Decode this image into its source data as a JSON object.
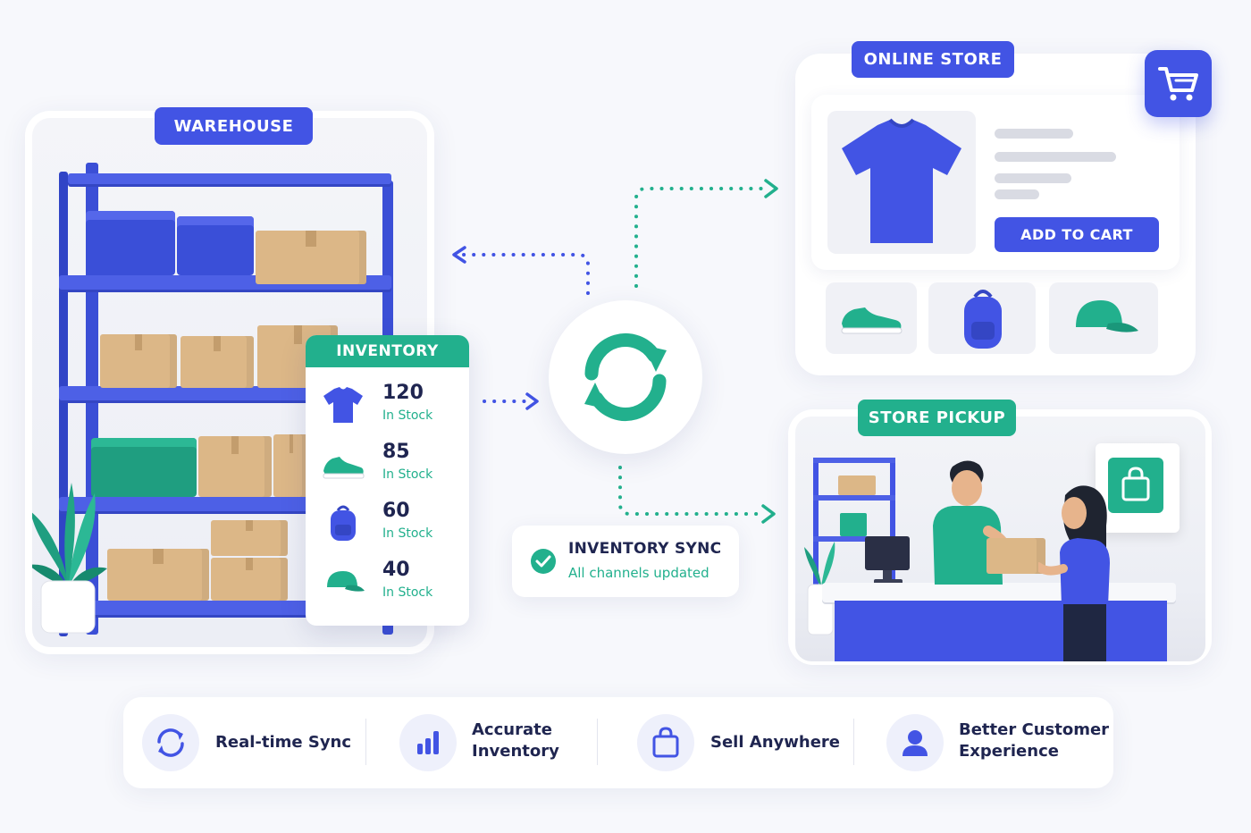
{
  "warehouse": {
    "label": "WAREHOUSE"
  },
  "inventory": {
    "title": "INVENTORY",
    "items": [
      {
        "icon": "tshirt-icon",
        "count": "120",
        "status": "In Stock"
      },
      {
        "icon": "sneaker-icon",
        "count": "85",
        "status": "In Stock"
      },
      {
        "icon": "backpack-icon",
        "count": "60",
        "status": "In Stock"
      },
      {
        "icon": "cap-icon",
        "count": "40",
        "status": "In Stock"
      }
    ]
  },
  "sync": {
    "title": "INVENTORY SYNC",
    "subtitle": "All channels updated"
  },
  "online_store": {
    "label": "ONLINE STORE",
    "add_to_cart": "ADD TO CART"
  },
  "store_pickup": {
    "label": "STORE PICKUP"
  },
  "features": [
    {
      "icon": "sync-icon",
      "line1": "Real-time Sync",
      "line2": ""
    },
    {
      "icon": "bar-chart-icon",
      "line1": "Accurate",
      "line2": "Inventory"
    },
    {
      "icon": "shopping-bag-icon",
      "line1": "Sell Anywhere",
      "line2": ""
    },
    {
      "icon": "user-icon",
      "line1": "Better Customer",
      "line2": "Experience"
    }
  ],
  "colors": {
    "primary_blue": "#4254e4",
    "accent_green": "#22b08d",
    "text_dark": "#1f2550",
    "background": "#f7f8fc"
  }
}
